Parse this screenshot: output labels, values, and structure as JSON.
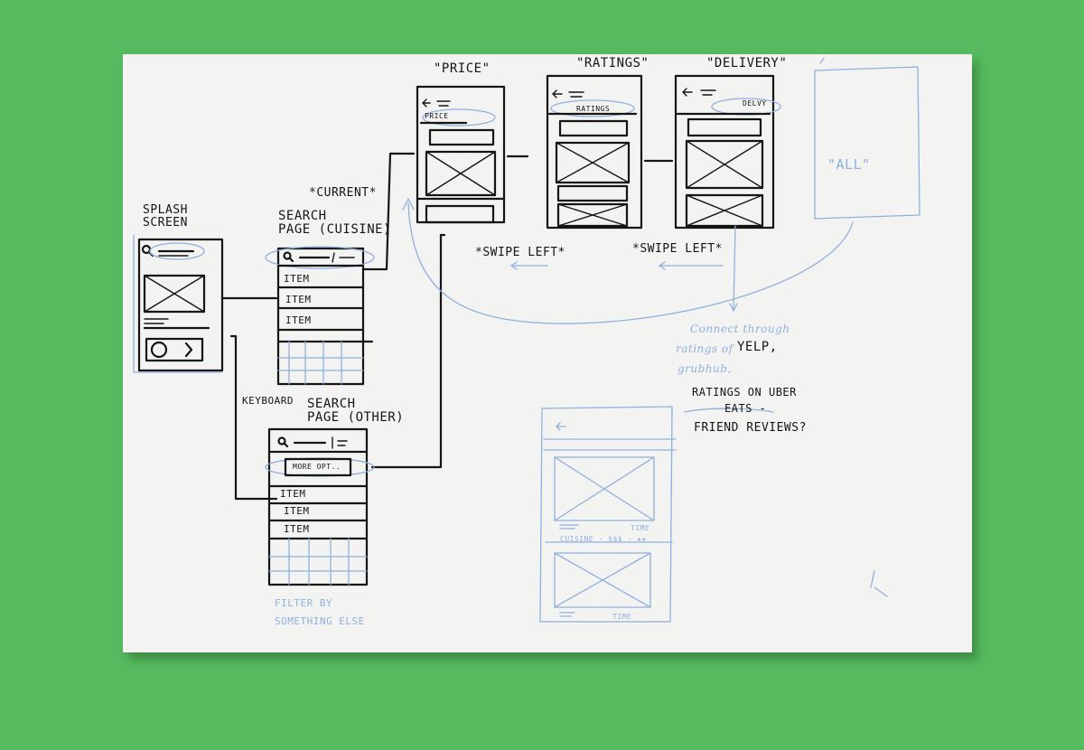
{
  "labels": {
    "splash": "SPLASH\nSCREEN",
    "current": "*CURRENT*",
    "search_cuisine": "SEARCH\nPAGE (CUISINE)",
    "search_other": "SEARCH\nPAGE (OTHER)",
    "keyboard": "KEYBOARD",
    "price": "\"PRICE\"",
    "ratings": "\"RATINGS\"",
    "delivery": "\"DELIVERY\"",
    "all": "\"ALL\"",
    "swipe_left_1": "*SWIPE LEFT*",
    "swipe_left_2": "*SWIPE LEFT*",
    "filter_by": "FILTER BY\nSOMETHING ELSE",
    "price_tab": "PRICE",
    "ratings_tab": "RATINGS",
    "delivery_tab": "DELVY",
    "more_options": "MORE OPT..",
    "item": "ITEM"
  },
  "notes": {
    "line1": "Connect through",
    "line2a": "ratings of",
    "line2b": "YELP,",
    "line3": "grubhub,",
    "line4": "RATINGS ON UBER",
    "line5": "EATS -",
    "line6": "FRIEND REVIEWS?"
  },
  "detail_card": {
    "meta": "CUISINE · $$$ · ★★",
    "time_1": "TIME",
    "time_2": "TIME"
  },
  "colors": {
    "background": "#55bb5e",
    "paper": "#f3f3f1",
    "ink": "#151515",
    "pencil_blue": "#8fb0de"
  }
}
